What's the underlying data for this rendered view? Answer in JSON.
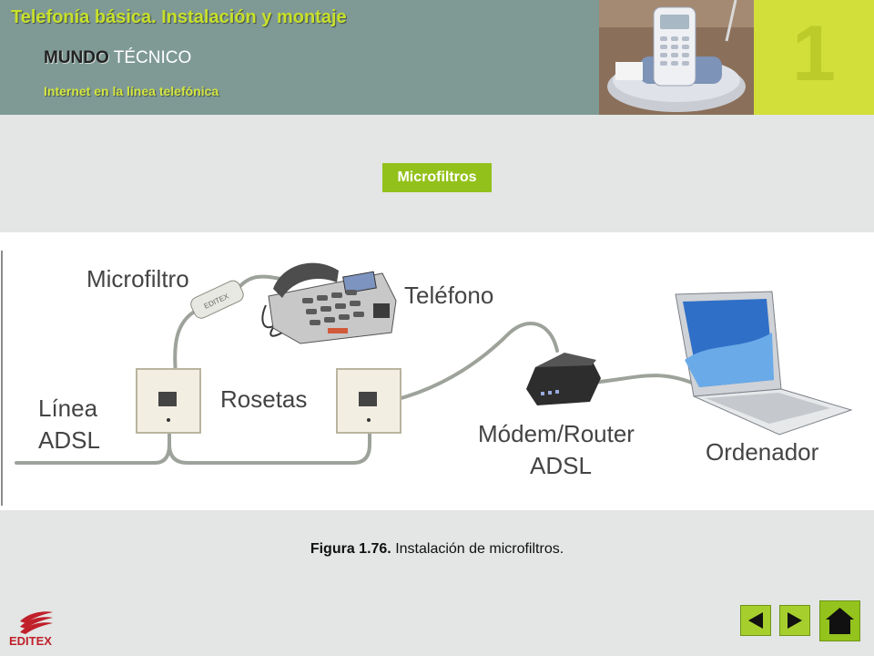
{
  "header": {
    "title": "Telefonía básica. Instalación y montaje",
    "section_bold": "MUNDO",
    "section_rest": " TÉCNICO",
    "subsection": "Internet en la línea telefónica",
    "chapter_number": "1",
    "photo_icon": "cordless-phone-photo"
  },
  "section_tag": "Microfiltros",
  "diagram": {
    "labels": {
      "microfiltro": "Microfiltro",
      "telefono": "Teléfono",
      "linea": "Línea",
      "adsl": "ADSL",
      "rosetas": "Rosetas",
      "modem": "Módem/Router",
      "modem_adsl": "ADSL",
      "ordenador": "Ordenador"
    }
  },
  "caption": {
    "bold": "Figura 1.76.",
    "text": " Instalación de microfiltros."
  },
  "footer": {
    "logo_text": "EDITEX",
    "nav": [
      "previous-arrow-icon",
      "next-arrow-icon",
      "home-icon"
    ]
  },
  "colors": {
    "header_bg": "#7f9a95",
    "title": "#c8e02a",
    "chapter_bg": "#d2de3a",
    "accent_green": "#93c11b",
    "logo_red": "#c0202a"
  }
}
